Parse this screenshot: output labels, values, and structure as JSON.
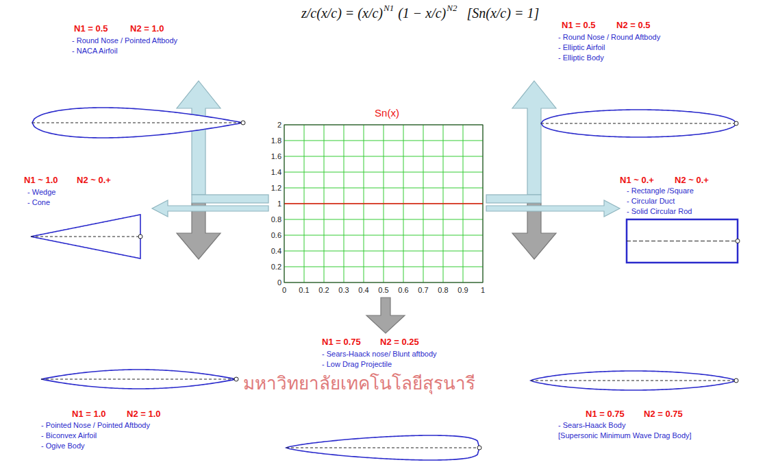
{
  "diagram": {
    "labels": [
      "z/c(x/c) = (x/c)",
      "N1",
      "(1 − x/c)",
      "N2",
      "[Sn(x/c) = 1]",
      "Sn(x)",
      "0",
      "0.2",
      "0.4",
      "0.6",
      "0.8",
      "1",
      "1.2",
      "1.4",
      "1.6",
      "1.8",
      "2",
      "0",
      "0.1",
      "0.2",
      "0.3",
      "0.4",
      "0.5",
      "0.6",
      "0.7",
      "0.8",
      "0.9",
      "1",
      "N1 = 0.5",
      "N2 = 1.0",
      "- Round Nose / Pointed Aftbody",
      "- NACA Airfoil",
      "N1 = 0.5",
      "N2 = 0.5",
      "- Round Nose / Round Aftbody",
      "- Elliptic Airfoil",
      "- Elliptic Body",
      "N1 ~ 1.0",
      "N2 ~ 0.+",
      "- Wedge",
      "- Cone",
      "N1 ~ 0.+",
      "N2 ~ 0.+",
      "- Rectangle /Square",
      "- Circular Duct",
      "- Solid Circular Rod",
      "N1 = 0.75",
      "N2 = 0.25",
      "- Sears-Haack nose/ Blunt aftbody",
      "- Low Drag Projectile",
      "N1 = 1.0",
      "N2 = 1.0",
      "- Pointed Nose / Pointed Aftbody",
      "- Biconvex Airfoil",
      "- Ogive Body",
      "N1 = 0.75",
      "N2 = 0.75",
      "- Sears-Haack Body",
      "[Supersonic Minimum Wave Drag Body]",
      "มหาวิทยาลัยเทคโนโลยีสุรนารี"
    ]
  }
}
